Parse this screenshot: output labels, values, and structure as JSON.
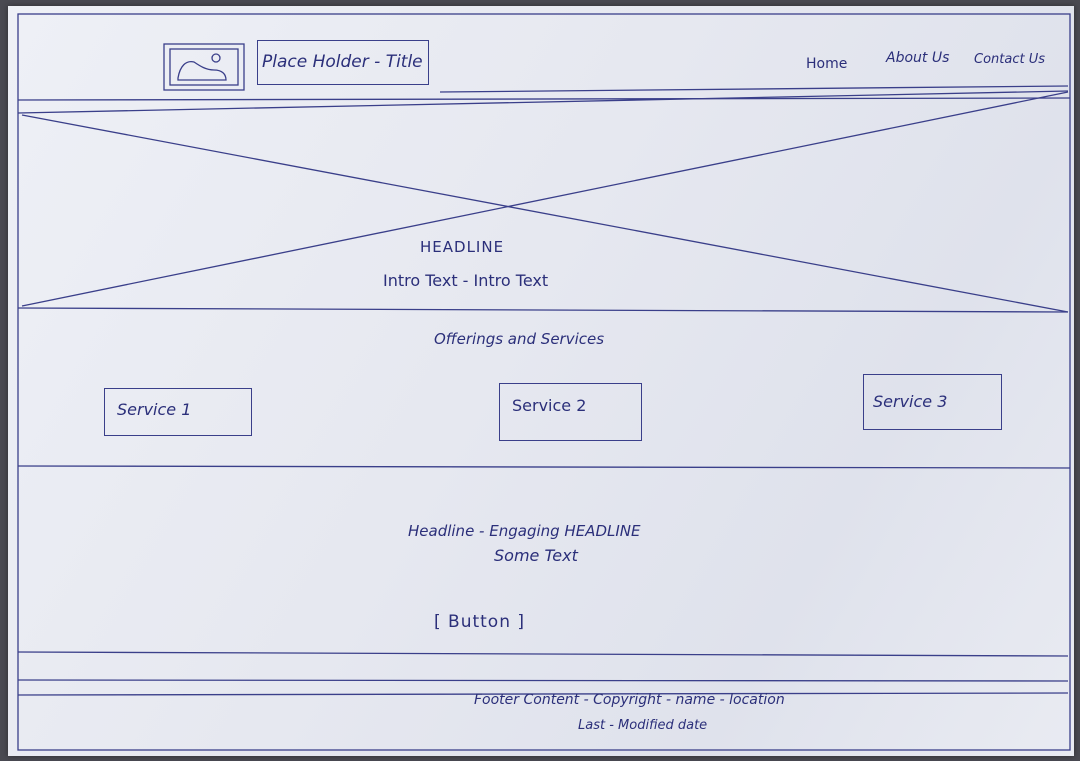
{
  "header": {
    "title": "Place Holder - Title",
    "nav": [
      "Home",
      "About Us",
      "Contact Us"
    ]
  },
  "hero": {
    "headline": "HEADLINE",
    "intro": "Intro Text - Intro Text"
  },
  "services": {
    "heading": "Offerings and Services",
    "items": [
      "Service 1",
      "Service 2",
      "Service 3"
    ]
  },
  "cta": {
    "headline": "Headline - Engaging HEADLINE",
    "text": "Some Text",
    "button": "[ Button ]"
  },
  "footer": {
    "line1": "Footer Content - Copyright - name - location",
    "line2": "Last - Modified date"
  }
}
